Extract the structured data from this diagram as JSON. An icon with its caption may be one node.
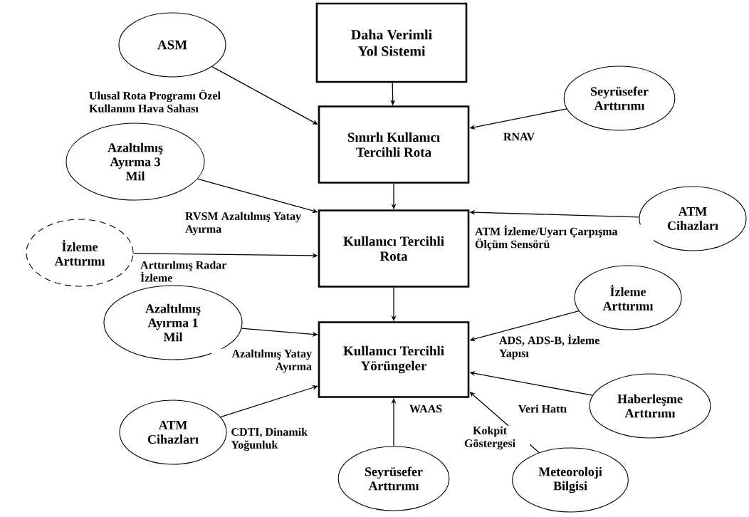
{
  "diagram": {
    "nodes": [
      {
        "text": [
          "Daha Verimli Yol Sistemi"
        ]
      },
      {
        "text": [
          "Sınırlı Kullanıcı Tercihli Rota"
        ]
      },
      {
        "text": [
          "Kullanıcı Tercihli Rota"
        ]
      },
      {
        "text": [
          "Kullanıcı Tercihli Yörüngeler"
        ]
      },
      {
        "text": [
          "ASM"
        ]
      },
      {
        "text": [
          "Seyrüsefer Arttırımı"
        ]
      },
      {
        "text": [
          "Azaltılmış Ayırma 3 Mil"
        ]
      },
      {
        "text": [
          "ATM Cihazları"
        ]
      },
      {
        "text": [
          "İzleme Arttırımı"
        ]
      },
      {
        "text": [
          "Azaltılmış Ayırma 1 Mil"
        ]
      },
      {
        "text": [
          "İzleme Arttırımı"
        ]
      },
      {
        "text": [
          "ATM Cihazları"
        ]
      },
      {
        "text": [
          "Haberleşme Arttırımı"
        ]
      },
      {
        "text": [
          "Seyrüsefer Arttırımı"
        ]
      },
      {
        "text": [
          "Meteoroloji Bilgisi"
        ]
      }
    ],
    "edges": [
      {
        "from": 0,
        "to": 1,
        "arrow": "to"
      },
      {
        "from": 4,
        "to": 1,
        "arrow": "to",
        "label": "Ulusal Rota Programı Özel Kullanım Hava Sahası"
      },
      {
        "from": 5,
        "to": 1,
        "arrow": "to",
        "label": "RNAV"
      },
      {
        "from": 1,
        "to": 2,
        "arrow": "to"
      },
      {
        "from": 6,
        "to": 2,
        "arrow": "to",
        "label": "RVSM Azaltılmış Yatay Ayırma"
      },
      {
        "from": 7,
        "to": 2,
        "arrow": "to",
        "label": "ATM İzleme/Uyarı Çarpışma Ölçüm Sensörü"
      },
      {
        "from": 8,
        "to": 2,
        "arrow": "to",
        "label": "Arttırılmış Radar İzleme"
      },
      {
        "from": 2,
        "to": 3,
        "arrow": "to"
      },
      {
        "from": 9,
        "to": 3,
        "arrow": "to",
        "label": "Azaltılmış Yatay Ayırma"
      },
      {
        "from": 11,
        "to": 3,
        "arrow": "to",
        "label": "CDTI, Dinamik Yoğunluk"
      },
      {
        "from": 10,
        "to": 3,
        "arrow": "to",
        "label": "ADS, ADS-B, İzleme Yapısı"
      },
      {
        "from": 12,
        "to": 3,
        "arrow": "to",
        "label": "Veri Hattı"
      },
      {
        "from": 14,
        "to": 3,
        "arrow": "to",
        "label": "Kokpit Göstergesi"
      },
      {
        "from": 13,
        "to": 3,
        "arrow": "to",
        "label": "WAAS"
      }
    ]
  }
}
